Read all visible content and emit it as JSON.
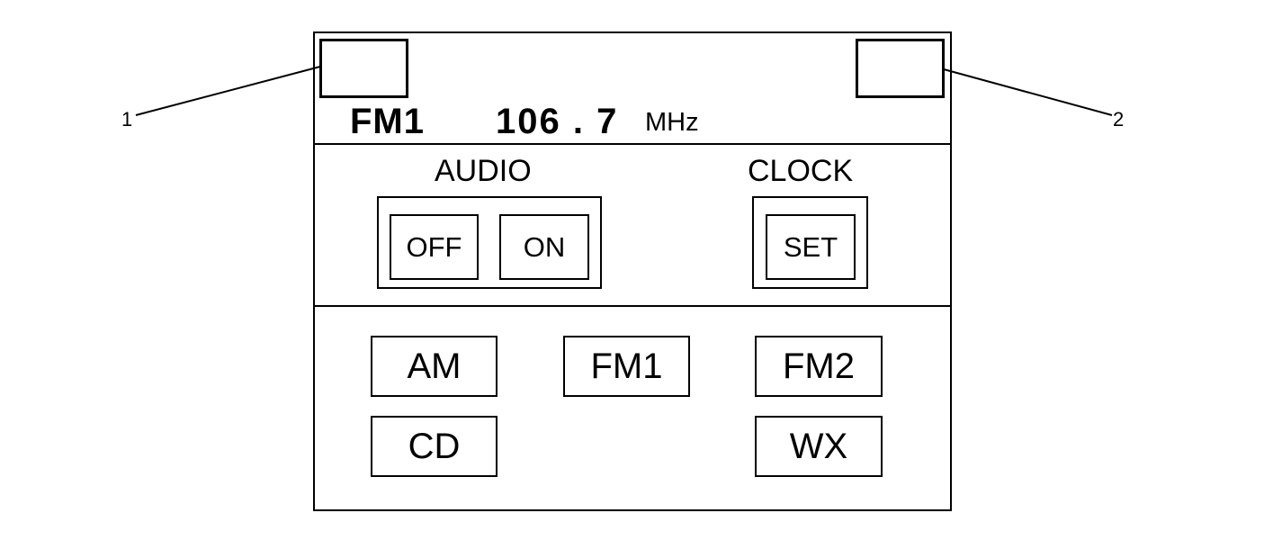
{
  "display": {
    "band": "FM1",
    "frequency": "106 . 7",
    "unit": "MHz"
  },
  "callouts": {
    "left": "1",
    "right": "2"
  },
  "audio": {
    "heading": "AUDIO",
    "off_label": "OFF",
    "on_label": "ON"
  },
  "clock": {
    "heading": "CLOCK",
    "set_label": "SET"
  },
  "sources": {
    "am": "AM",
    "fm1": "FM1",
    "fm2": "FM2",
    "cd": "CD",
    "wx": "WX"
  }
}
